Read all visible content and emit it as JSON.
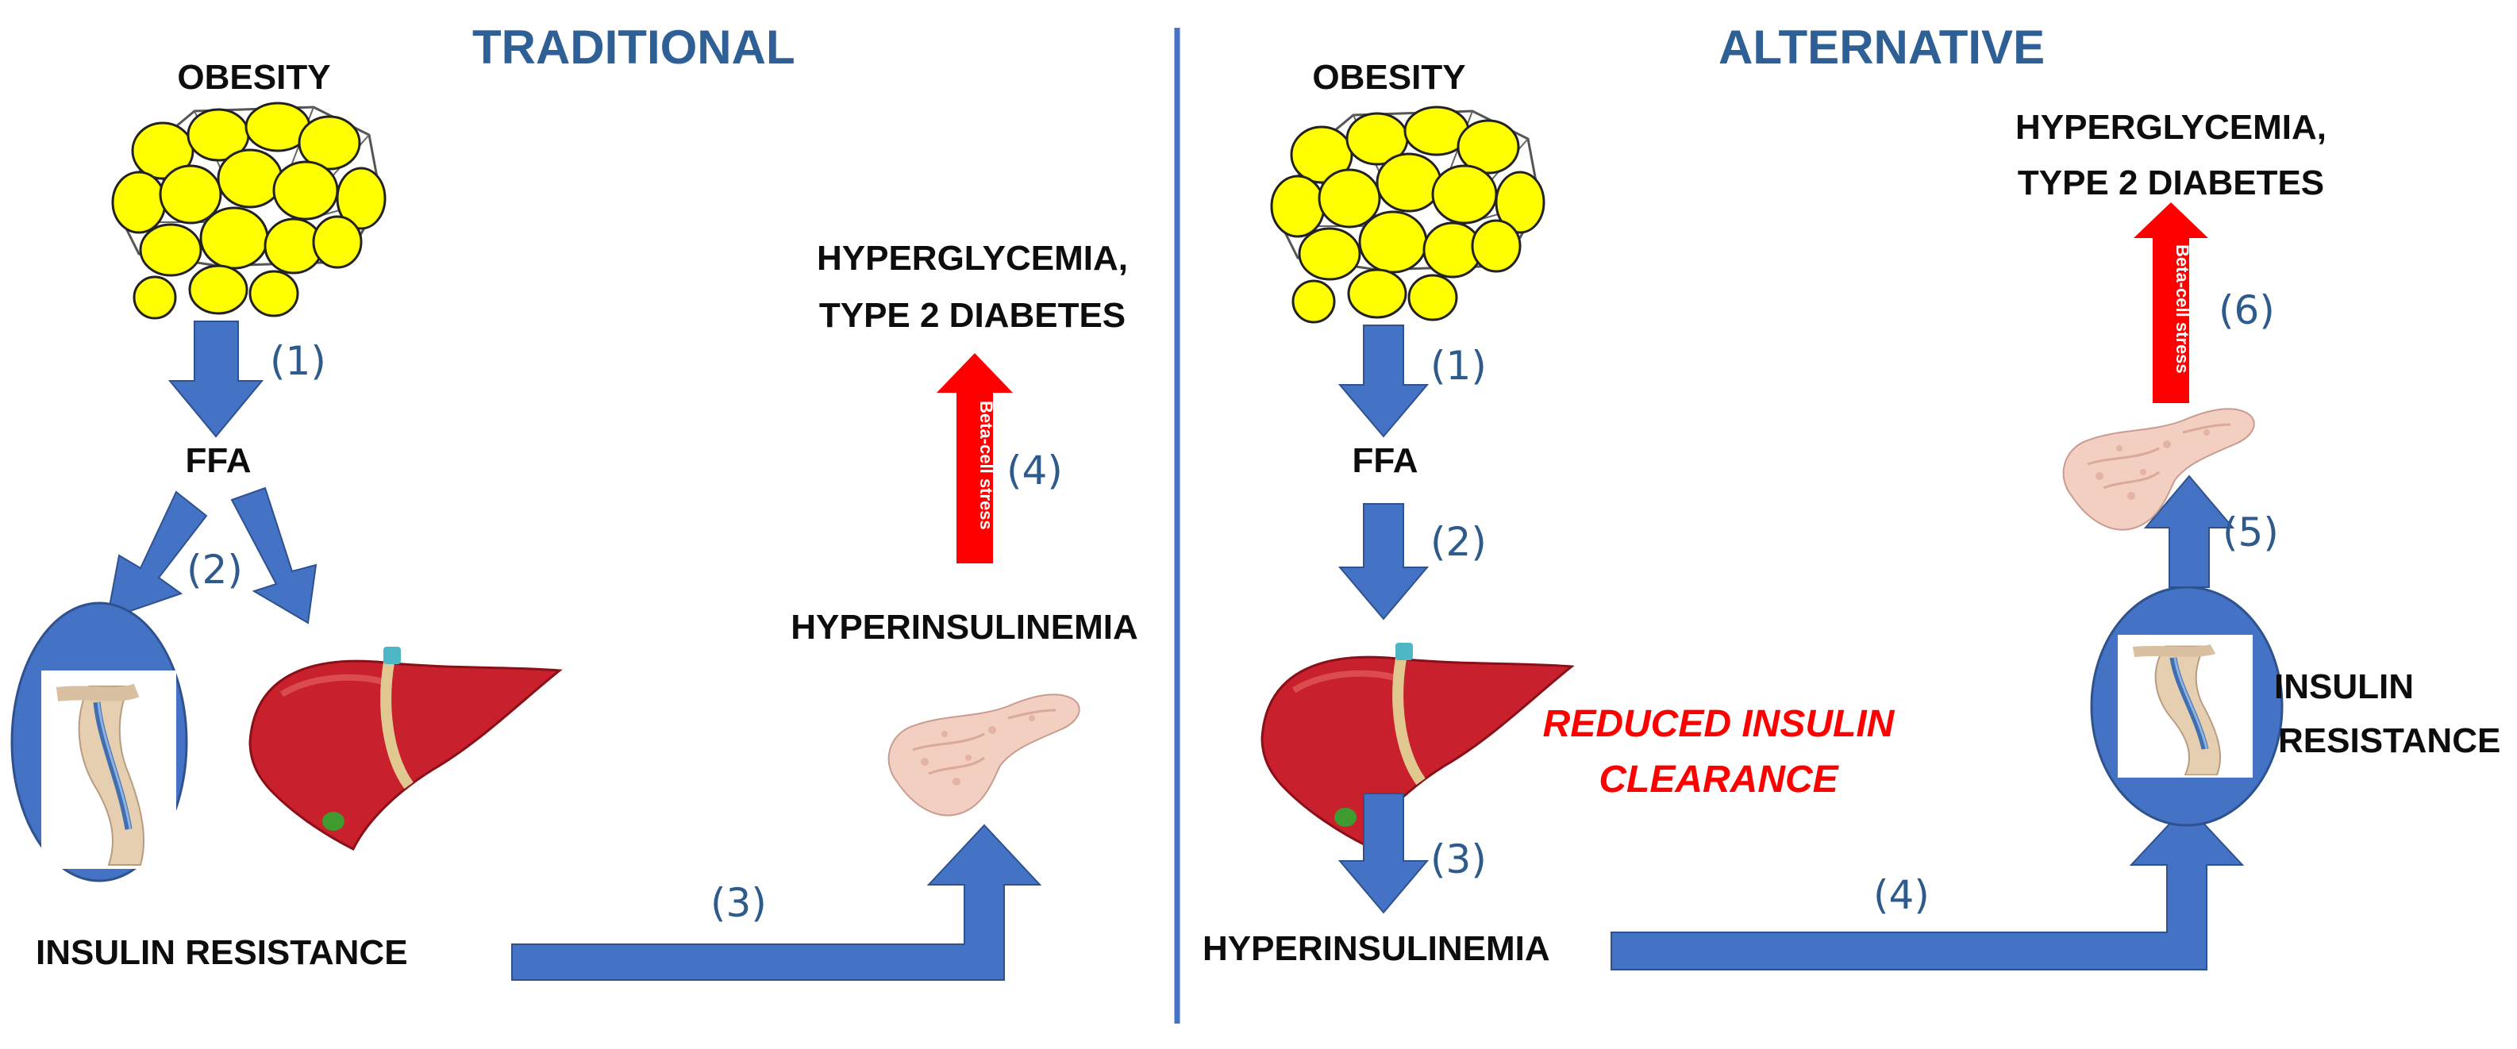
{
  "colors": {
    "blue_arrow": "#4472c4",
    "red_arrow": "#ff0000",
    "title_blue": "#2e5f95",
    "fat_cell": "#ffff00",
    "liver": "#c8202c",
    "pancreas": "#f2cfc0"
  },
  "traditional": {
    "title": "TRADITIONAL",
    "obesity": "OBESITY",
    "ffa": "FFA",
    "insulin_resistance": "INSULIN RESISTANCE",
    "hyperinsulinemia": "HYPERINSULINEMIA",
    "outcome_line1": "HYPERGLYCEMIA,",
    "outcome_line2": "TYPE 2 DIABETES",
    "arrow_label": "Beta-cell stress",
    "steps": [
      "(1)",
      "(2)",
      "(3)",
      "(4)"
    ]
  },
  "alternative": {
    "title": "ALTERNATIVE",
    "obesity": "OBESITY",
    "ffa": "FFA",
    "reduced_line1": "REDUCED INSULIN",
    "reduced_line2": "CLEARANCE",
    "hyperinsulinemia": "HYPERINSULINEMIA",
    "insulin_resistance_line1": "INSULIN",
    "insulin_resistance_line2": "RESISTANCE",
    "outcome_line1": "HYPERGLYCEMIA,",
    "outcome_line2": "TYPE 2 DIABETES",
    "arrow_label": "Beta-cell stress",
    "steps": [
      "(1)",
      "(2)",
      "(3)",
      "(4)",
      "(5)",
      "(6)"
    ]
  },
  "icons": {
    "adipose": "fat-cells-icon",
    "liver": "liver-icon",
    "pancreas": "pancreas-icon",
    "muscle": "muscle-icon"
  }
}
